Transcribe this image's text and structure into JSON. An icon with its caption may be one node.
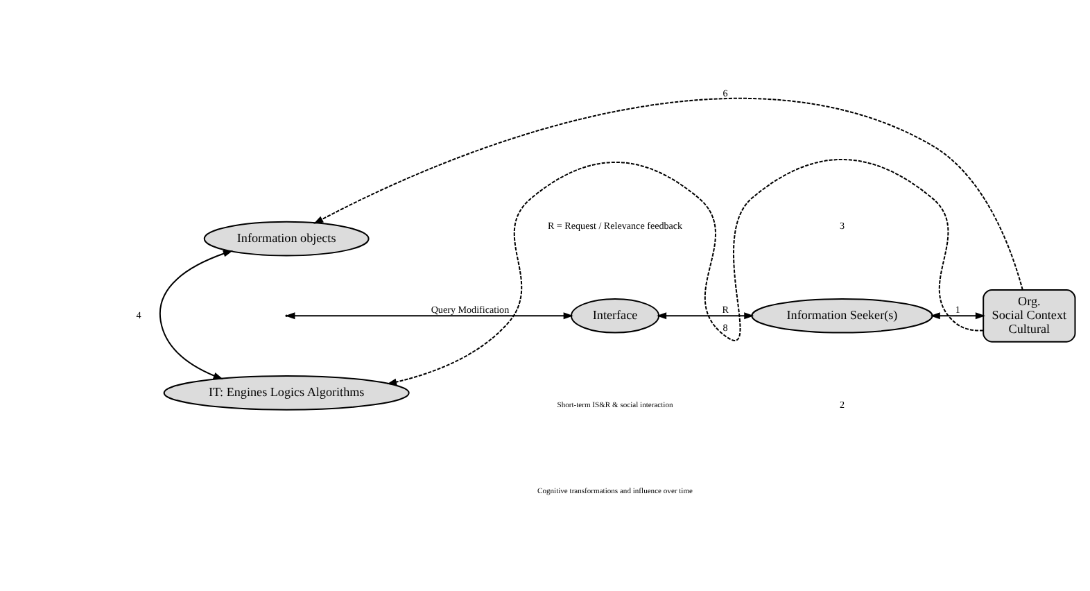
{
  "diagram": {
    "nodes": [
      {
        "text": [
          "Information objects"
        ]
      },
      {
        "text": [
          "IT: Engines Logics Algorithms"
        ]
      },
      {
        "text": [
          "Interface"
        ]
      },
      {
        "text": [
          "Information Seeker(s)"
        ]
      },
      {
        "text": [
          "Org.",
          "Social Context",
          "Cultural"
        ]
      }
    ],
    "edges": [
      {
        "from": 4,
        "to": 0,
        "arrow": "to",
        "label": "6",
        "style": "dashed"
      },
      {
        "from": 0,
        "to": 1,
        "arrow": "both",
        "label": "4"
      },
      {
        "from": null,
        "to": 2,
        "arrow": "both",
        "label": "Query Modification"
      },
      {
        "from": 2,
        "to": 3,
        "arrow": "both",
        "label": "R"
      },
      {
        "from": 3,
        "to": 4,
        "arrow": "both",
        "label": "1"
      },
      {
        "from": 4,
        "to": 1,
        "arrow": "to",
        "label": "8",
        "style": "dashed"
      }
    ],
    "labels": [
      "R = Request / Relevance feedback",
      "3",
      "2"
    ],
    "legend": [
      {
        "text": "Short-term IS&R & social interaction"
      },
      {
        "text": "Cognitive transformations and influence over time"
      }
    ]
  }
}
